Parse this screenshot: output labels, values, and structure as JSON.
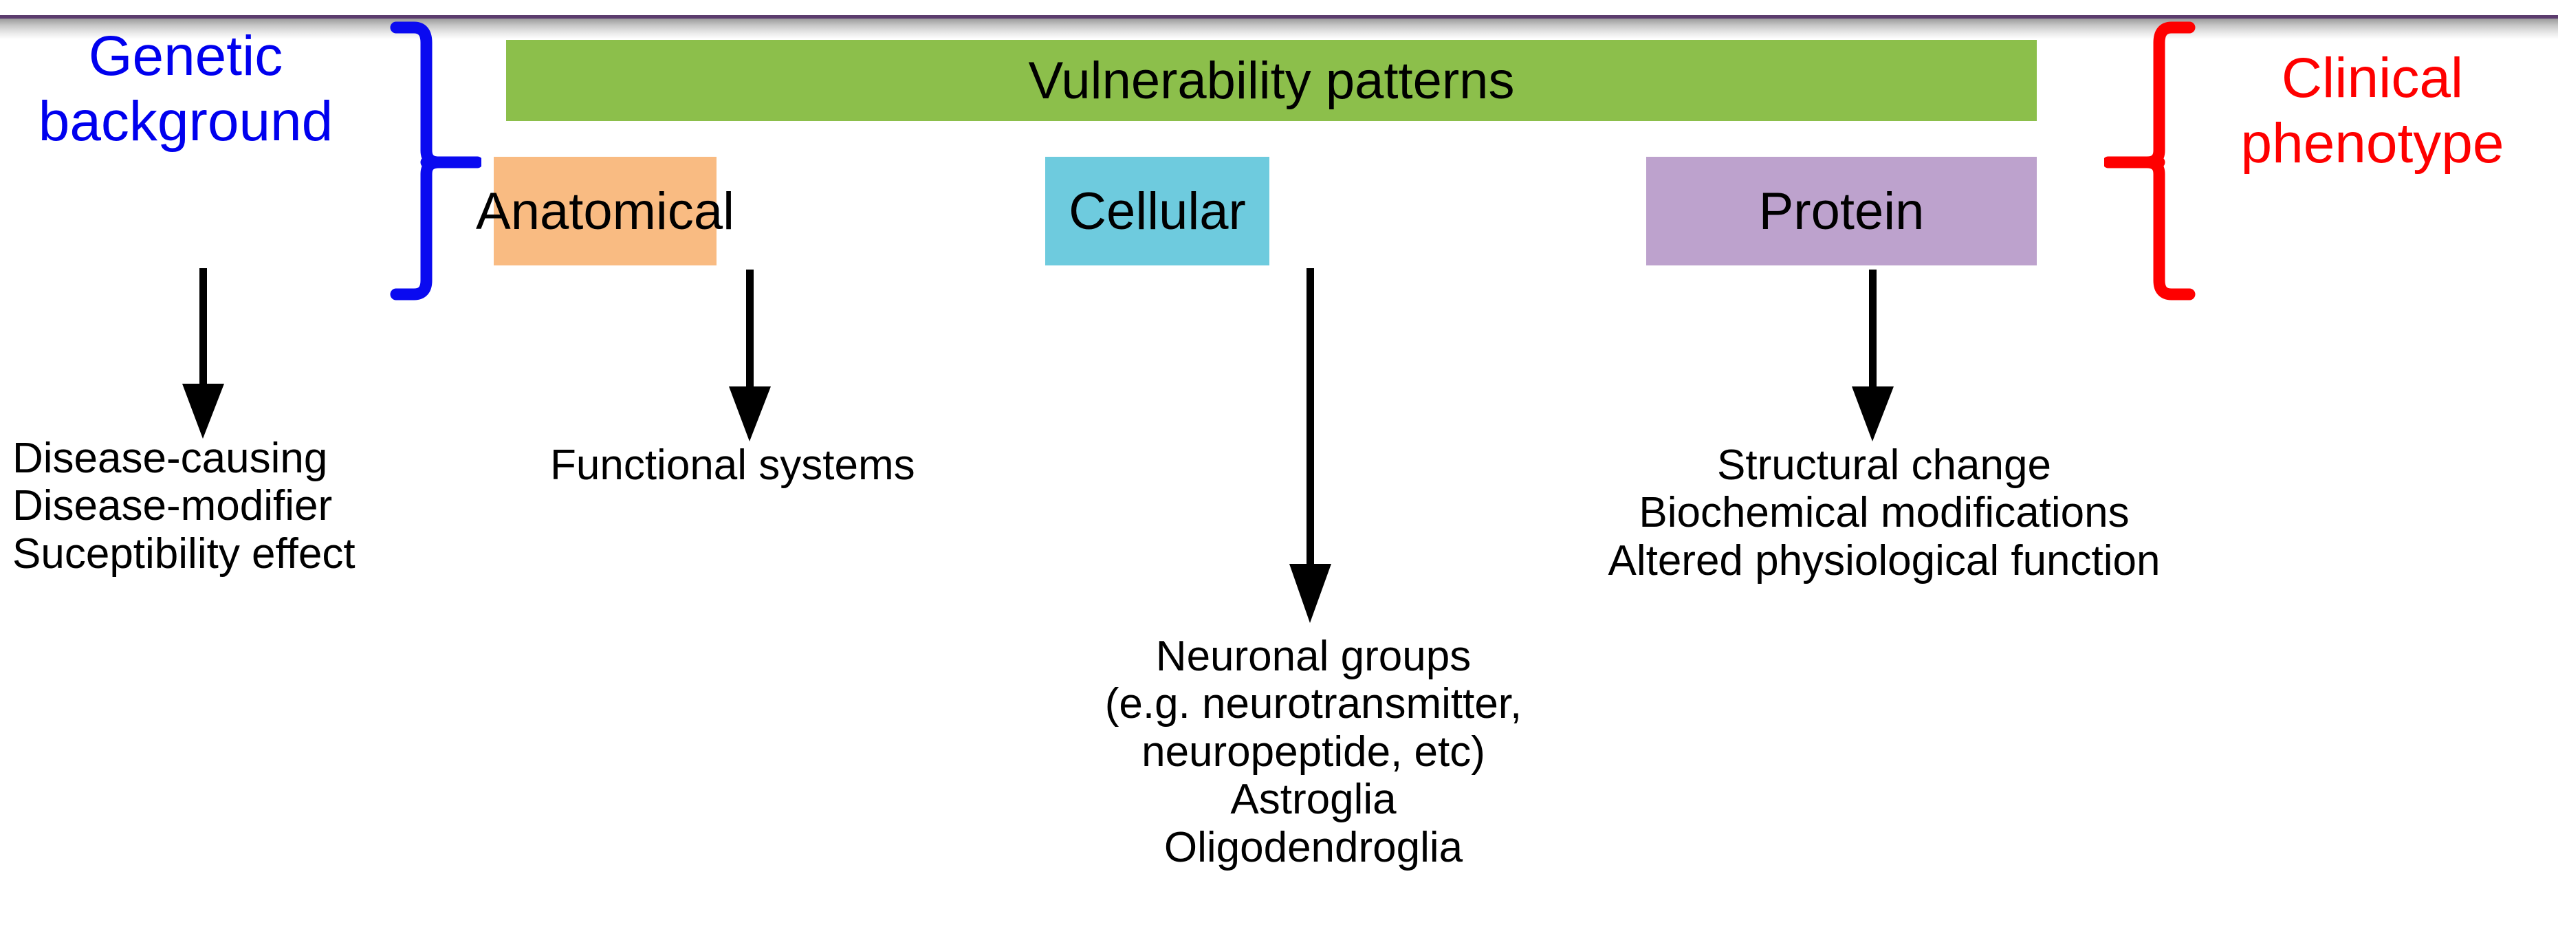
{
  "diagram": {
    "title": "Vulnerability patterns schema",
    "colors": {
      "green": "#8cbf4b",
      "orange": "#f9bb82",
      "cyan": "#6ecbde",
      "purple": "#bda2cd",
      "genetic_blue": "#0000ee",
      "clinical_red": "#fe0000",
      "arrow_black": "#000000",
      "rule_purple": "#5c3c6e"
    },
    "left_label": "Genetic\nbackground",
    "right_label": "Clinical\nphenotype",
    "banner": {
      "label": "Vulnerability patterns"
    },
    "levels": [
      {
        "key": "anatomical",
        "label": "Anatomical"
      },
      {
        "key": "cellular",
        "label": "Cellular"
      },
      {
        "key": "protein",
        "label": "Protein"
      }
    ],
    "outcomes": {
      "genetic": "Disease-causing\nDisease-modifier\nSuceptibility effect",
      "anatomical": "Functional systems",
      "cellular": "Neuronal groups\n(e.g. neurotransmitter,\nneuropeptide, etc)\nAstroglia\nOligodendroglia",
      "protein": "Structural change\nBiochemical modifications\nAltered physiological function"
    }
  }
}
